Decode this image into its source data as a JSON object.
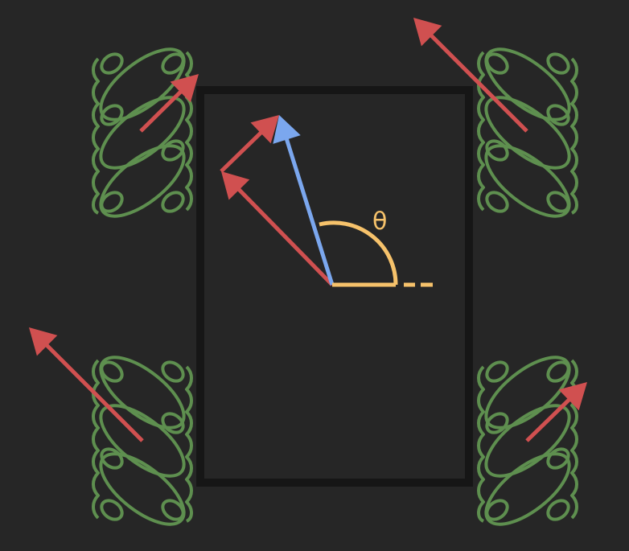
{
  "labels": {
    "theta": "θ"
  },
  "colors": {
    "background": "#262626",
    "chassis_stroke": "#161616",
    "chassis_fill": "#262626",
    "wheel": "#5e8f4f",
    "force_arrow": "#d05050",
    "resultant_arrow": "#7ba7ee",
    "angle": "#f6c26b"
  },
  "icons": {
    "wheel": "mecanum-wheel-icon",
    "force": "force-arrow",
    "resultant": "resultant-arrow",
    "angle": "angle-arc"
  }
}
